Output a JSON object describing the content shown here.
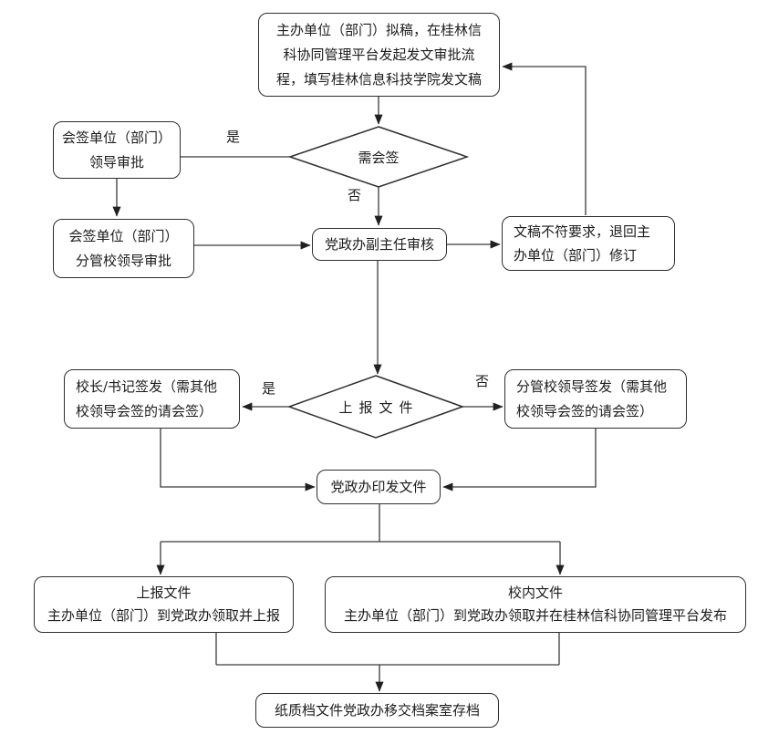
{
  "diagram": {
    "background": "#ffffff",
    "line_color": "#3a3a3a",
    "border_color": "#2e2e2e",
    "text_color": "#1c1c1c",
    "nodes": {
      "start": {
        "text": "主办单位（部门）拟稿，在桂林信\n科协同管理平台发起发文审批流\n程，填写桂林信息科技学院发文稿"
      },
      "need_countersign": {
        "text": "需会签"
      },
      "countersign_leader": {
        "text": "会签单位（部门）\n领导审批"
      },
      "countersign_vp": {
        "text": "会签单位（部门）\n分管校领导审批"
      },
      "deputy_director_review": {
        "text": "党政办副主任审核"
      },
      "return_revision": {
        "text": "文稿不符要求，退回主\n办单位（部门）修订"
      },
      "report_decision": {
        "text": "上报文件"
      },
      "president_sign": {
        "text": "校长/书记签发（需其他\n校领导会签的请会签）"
      },
      "vp_sign": {
        "text": "分管校领导签发（需其他\n校领导会签的请会签）"
      },
      "issue": {
        "text": "党政办印发文件"
      },
      "report_file": {
        "text": "上报文件\n主办单位（部门）到党政办领取并上报"
      },
      "internal_file": {
        "text": "校内文件\n主办单位（部门）到党政办领取并在桂林信科协同管理平台发布"
      },
      "archive": {
        "text": "纸质档文件党政办移交档案室存档"
      }
    },
    "edge_labels": {
      "need_countersign_yes": "是",
      "need_countersign_no": "否",
      "report_yes": "是",
      "report_no": "否"
    },
    "edges": [
      {
        "from": "start",
        "to": "need_countersign",
        "label": ""
      },
      {
        "from": "need_countersign",
        "to": "countersign_leader",
        "label": "是"
      },
      {
        "from": "countersign_leader",
        "to": "countersign_vp",
        "label": ""
      },
      {
        "from": "countersign_vp",
        "to": "deputy_director_review",
        "label": ""
      },
      {
        "from": "need_countersign",
        "to": "deputy_director_review",
        "label": "否"
      },
      {
        "from": "deputy_director_review",
        "to": "return_revision",
        "label": ""
      },
      {
        "from": "return_revision",
        "to": "start",
        "label": ""
      },
      {
        "from": "deputy_director_review",
        "to": "report_decision",
        "label": ""
      },
      {
        "from": "report_decision",
        "to": "president_sign",
        "label": "是"
      },
      {
        "from": "report_decision",
        "to": "vp_sign",
        "label": "否"
      },
      {
        "from": "president_sign",
        "to": "issue",
        "label": ""
      },
      {
        "from": "vp_sign",
        "to": "issue",
        "label": ""
      },
      {
        "from": "issue",
        "to": "report_file",
        "label": ""
      },
      {
        "from": "issue",
        "to": "internal_file",
        "label": ""
      },
      {
        "from": "report_file",
        "to": "archive",
        "label": ""
      },
      {
        "from": "internal_file",
        "to": "archive",
        "label": ""
      }
    ]
  }
}
